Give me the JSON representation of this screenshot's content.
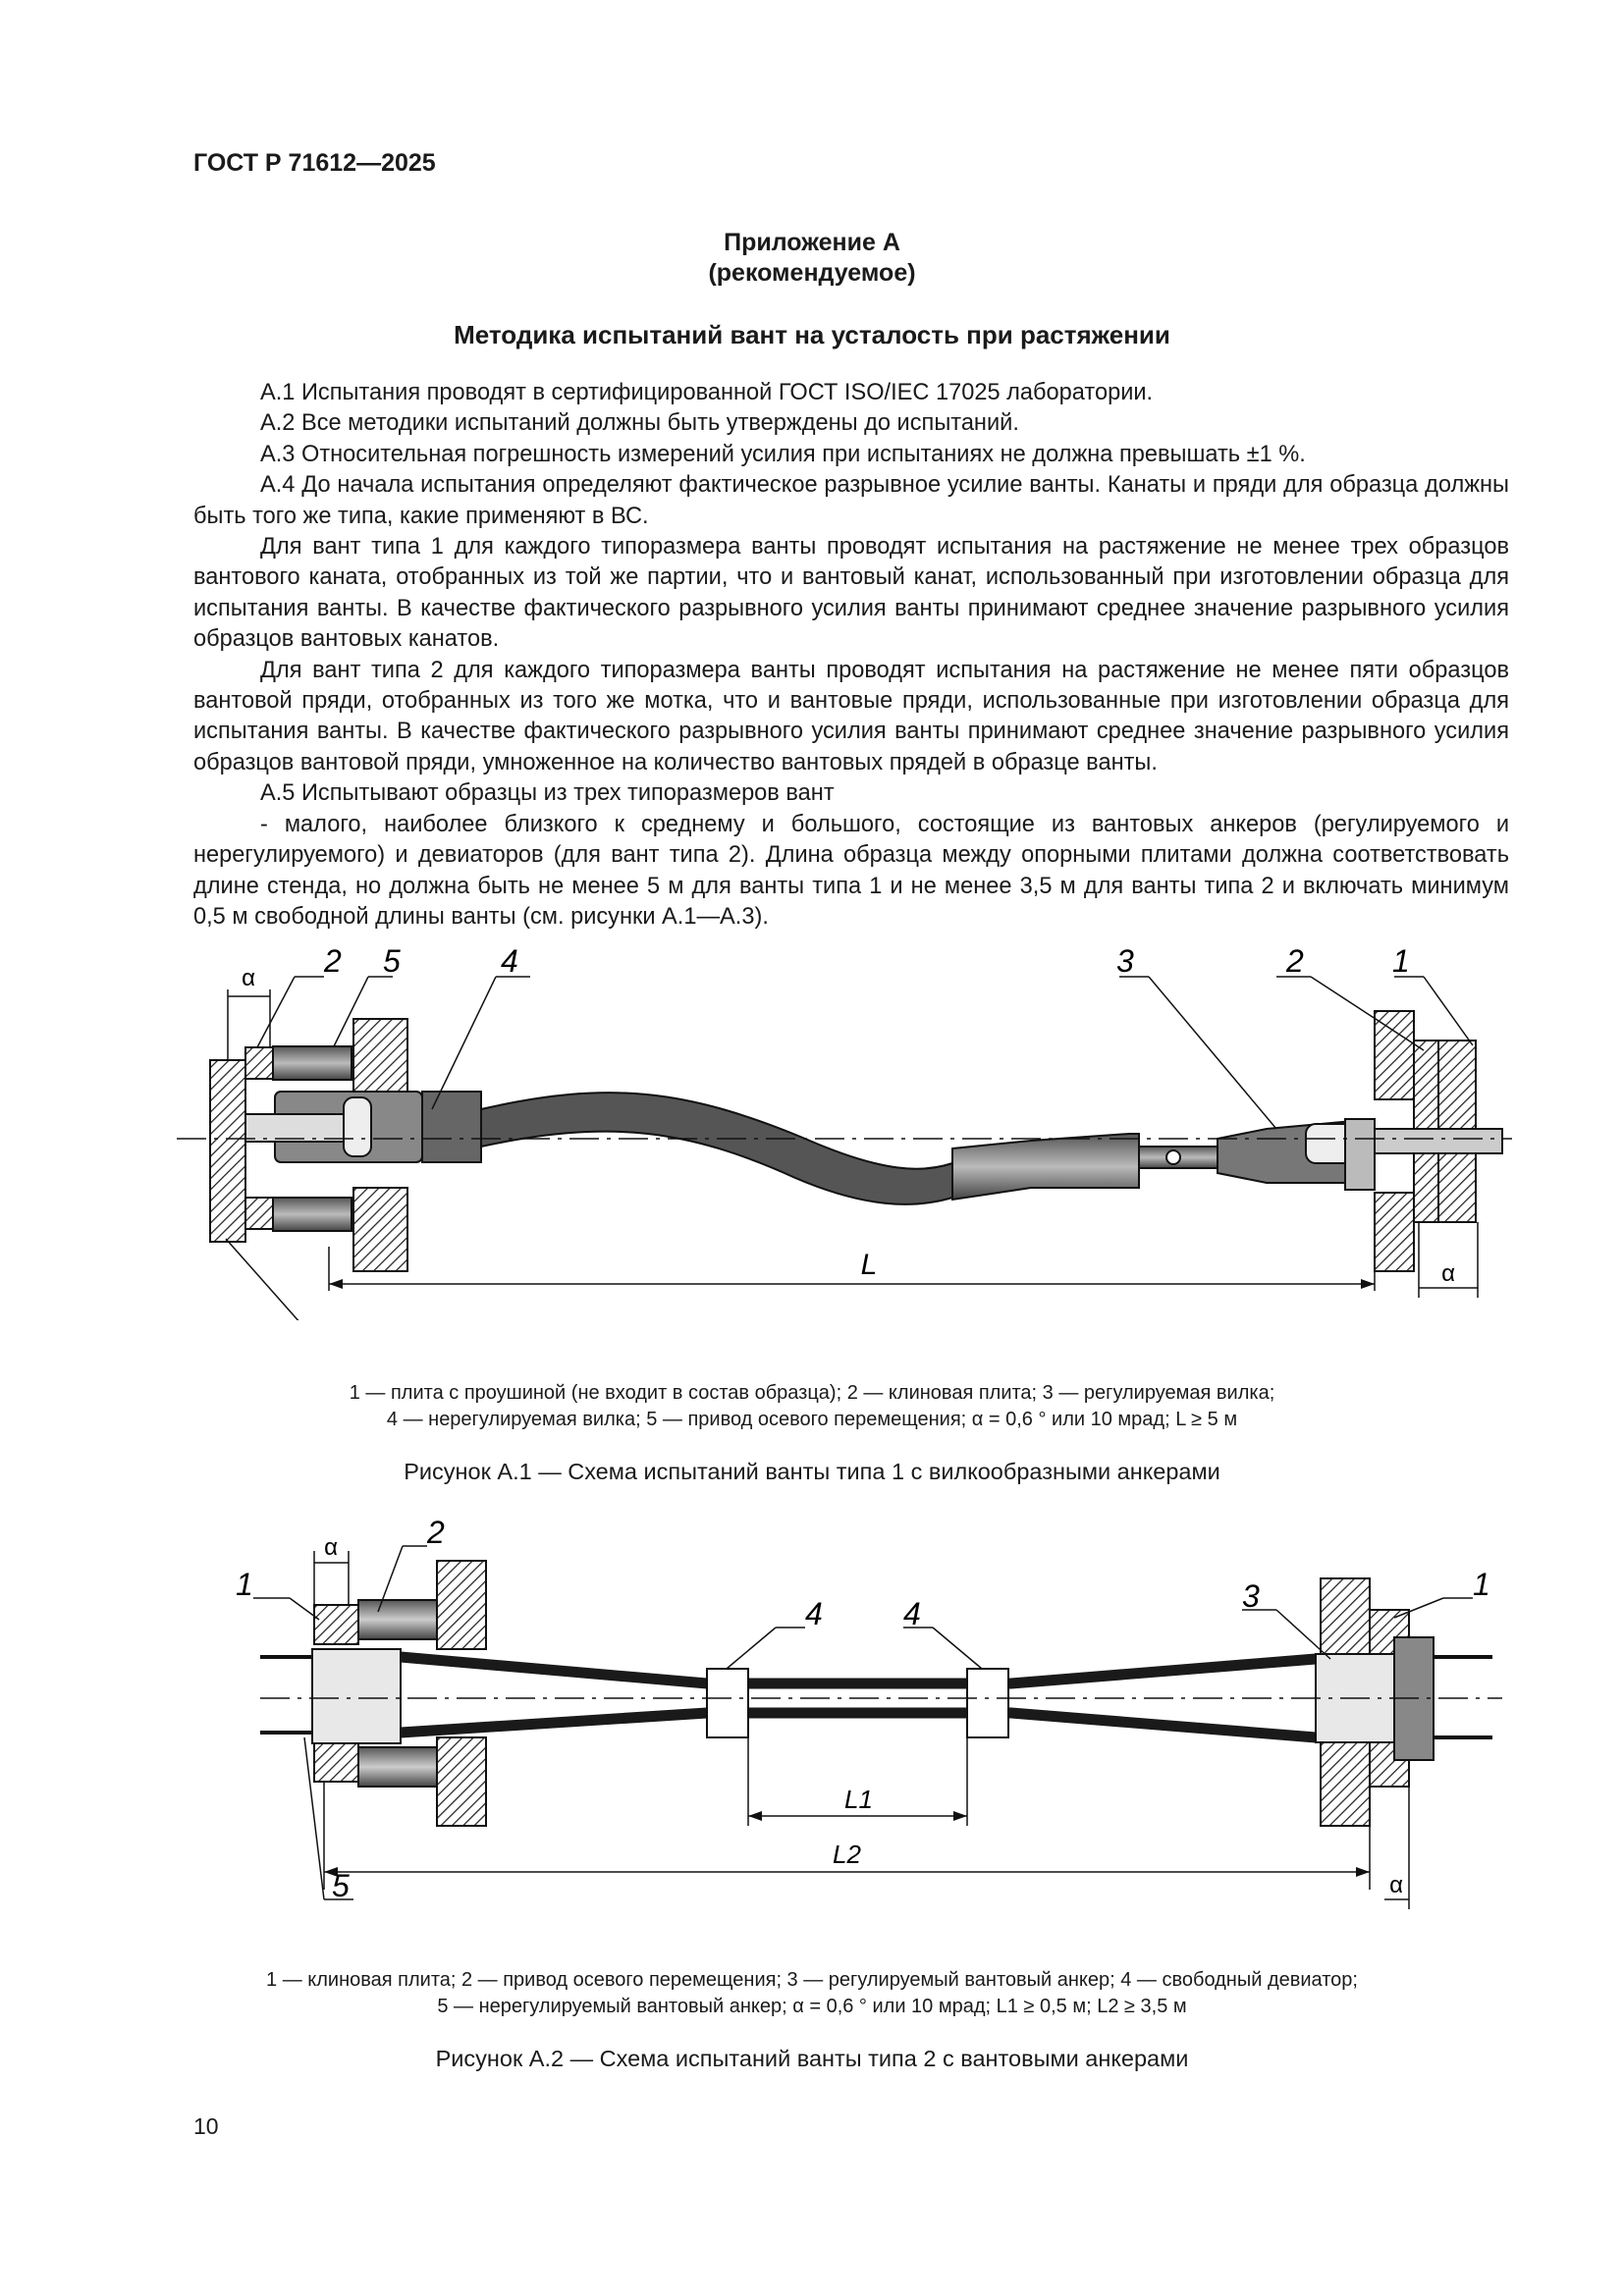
{
  "header": {
    "doc_id": "ГОСТ Р 71612—2025"
  },
  "annex": {
    "title": "Приложение А",
    "status": "(рекомендуемое)",
    "heading": "Методика испытаний вант на усталость при растяжении"
  },
  "body": {
    "paragraphs": [
      "А.1 Испытания проводят в сертифицированной ГОСТ ISO/IEC 17025 лаборатории.",
      "А.2 Все методики испытаний должны быть утверждены до испытаний.",
      "А.3 Относительная погрешность измерений усилия при испытаниях не должна превышать ±1 %.",
      "А.4 До начала испытания определяют фактическое разрывное усилие ванты. Канаты и пряди для образца должны быть того же типа, какие применяют в ВС.",
      "Для вант типа 1 для каждого типоразмера ванты проводят испытания на растяжение не менее трех образцов вантового каната, отобранных из той же партии, что и вантовый канат, использованный при изготовлении образца для испытания ванты. В качестве фактического разрывного усилия ванты принимают среднее значение разрывного усилия образцов вантовых канатов.",
      "Для вант типа 2 для каждого типоразмера ванты проводят испытания на растяжение не менее пяти образцов вантовой пряди, отобранных из того же мотка, что и вантовые пряди, использованные при изготовлении образца для испытания ванты. В качестве фактического разрывного усилия ванты принимают среднее значение разрывного усилия образцов вантовой пряди, умноженное на количество вантовых прядей в образце ванты.",
      "А.5 Испытывают образцы из трех типоразмеров вант",
      "- малого, наиболее близкого к среднему и большого, состоящие из вантовых анкеров (регулируемого и нерегулируемого) и девиаторов (для вант типа 2). Длина образца между опорными плитами должна соответствовать длине стенда, но должна быть не менее 5 м для ванты типа 1 и не менее 3,5 м для ванты типа 2 и включать минимум 0,5 м свободной длины ванты (см. рисунки А.1—А.3)."
    ]
  },
  "figure1": {
    "labels": {
      "alpha": "α",
      "n1": "1",
      "n2": "2",
      "n3": "3",
      "n4": "4",
      "n5": "5",
      "length": "L"
    },
    "legend_line1": "1 — плита с проушиной (не входит в состав образца); 2 — клиновая плита; 3 — регулируемая вилка;",
    "legend_line2": "4 — нерегулируемая вилка; 5 — привод осевого перемещения; α = 0,6 ° или 10 мрад; L ≥ 5 м",
    "caption": "Рисунок А.1 — Схема испытаний ванты типа 1 с вилкообразными анкерами"
  },
  "figure2": {
    "labels": {
      "alpha": "α",
      "n1": "1",
      "n2": "2",
      "n3": "3",
      "n4": "4",
      "n5": "5",
      "l1": "L1",
      "l2": "L2"
    },
    "legend_line1": "1 — клиновая плита; 2 — привод осевого перемещения; 3 — регулируемый вантовый анкер; 4 — свободный девиатор;",
    "legend_line2": "5 — нерегулируемый вантовый анкер; α = 0,6 ° или 10 мрад; L1 ≥ 0,5 м; L2 ≥ 3,5 м",
    "caption": "Рисунок А.2 — Схема испытаний ванты типа 2 с вантовыми анкерами"
  },
  "footer": {
    "page_number": "10"
  }
}
